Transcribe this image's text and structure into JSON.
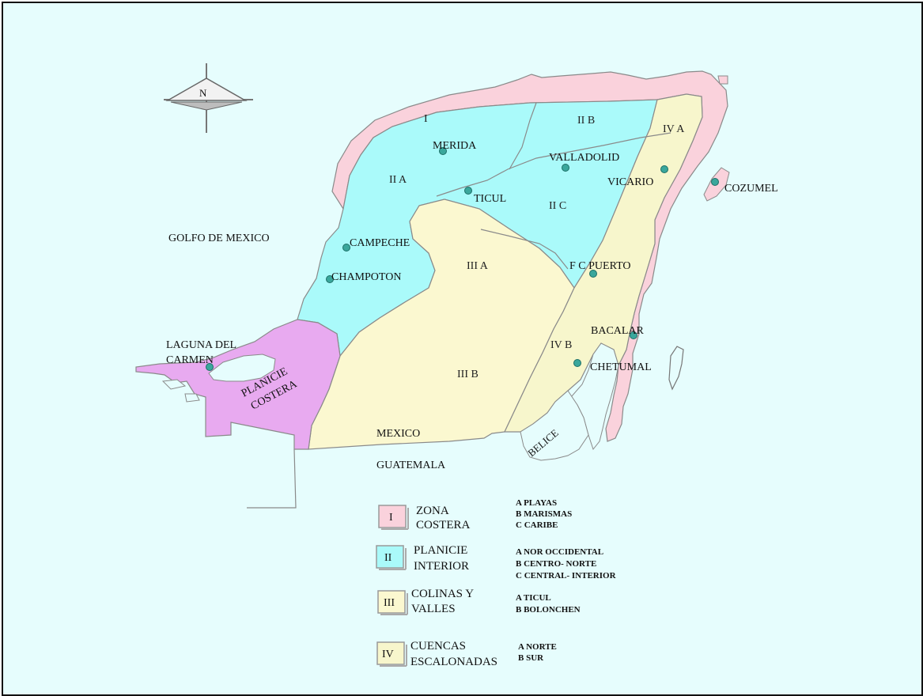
{
  "compass": {
    "north_label": "N"
  },
  "water_label": "GOLFO DE MEXICO",
  "zones": {
    "i": "I",
    "ii_a": "II A",
    "ii_b": "II B",
    "ii_c": "II C",
    "iii_a": "III A",
    "iii_b": "III B",
    "iv_a": "IV A",
    "iv_b": "IV B"
  },
  "regions": {
    "planicie_costera_line1": "PLANICIE",
    "planicie_costera_line2": "COSTERA"
  },
  "places": {
    "merida": "MERIDA",
    "valladolid": "VALLADOLID",
    "vicario": "VICARIO",
    "cozumel": "COZUMEL",
    "ticul": "TICUL",
    "campeche": "CAMPECHE",
    "champoton": "CHAMPOTON",
    "fc_puerto": "F C PUERTO",
    "bacalar": "BACALAR",
    "chetumal": "CHETUMAL",
    "laguna_line1": "LAGUNA DEL",
    "laguna_line2": "CARMEN"
  },
  "countries": {
    "mexico": "MEXICO",
    "guatemala": "GUATEMALA",
    "belice": "BELICE"
  },
  "colors": {
    "background": "#e6fdfd",
    "zona_costera": "#fad2dc",
    "planicie_interior": "#aafafa",
    "colinas_valles": "#fbf8d0",
    "cuencas_escalonadas": "#f7f6cc",
    "planicie_costera": "#e8aaf0",
    "city_marker": "#3aa79c"
  },
  "legend": [
    {
      "numeral": "I",
      "title_line1": "ZONA",
      "title_line2": "COSTERA",
      "subs": [
        "A PLAYAS",
        "B MARISMAS",
        "C CARIBE"
      ]
    },
    {
      "numeral": "II",
      "title_line1": "PLANICIE",
      "title_line2": "INTERIOR",
      "subs": [
        "A NOR OCCIDENTAL",
        "B CENTRO- NORTE",
        "C CENTRAL- INTERIOR"
      ]
    },
    {
      "numeral": "III",
      "title_line1": "COLINAS Y",
      "title_line2": "VALLES",
      "subs": [
        "A TICUL",
        "B BOLONCHEN"
      ]
    },
    {
      "numeral": "IV",
      "title_line1": "CUENCAS",
      "title_line2": "ESCALONADAS",
      "subs": [
        "A NORTE",
        "B SUR"
      ]
    }
  ]
}
